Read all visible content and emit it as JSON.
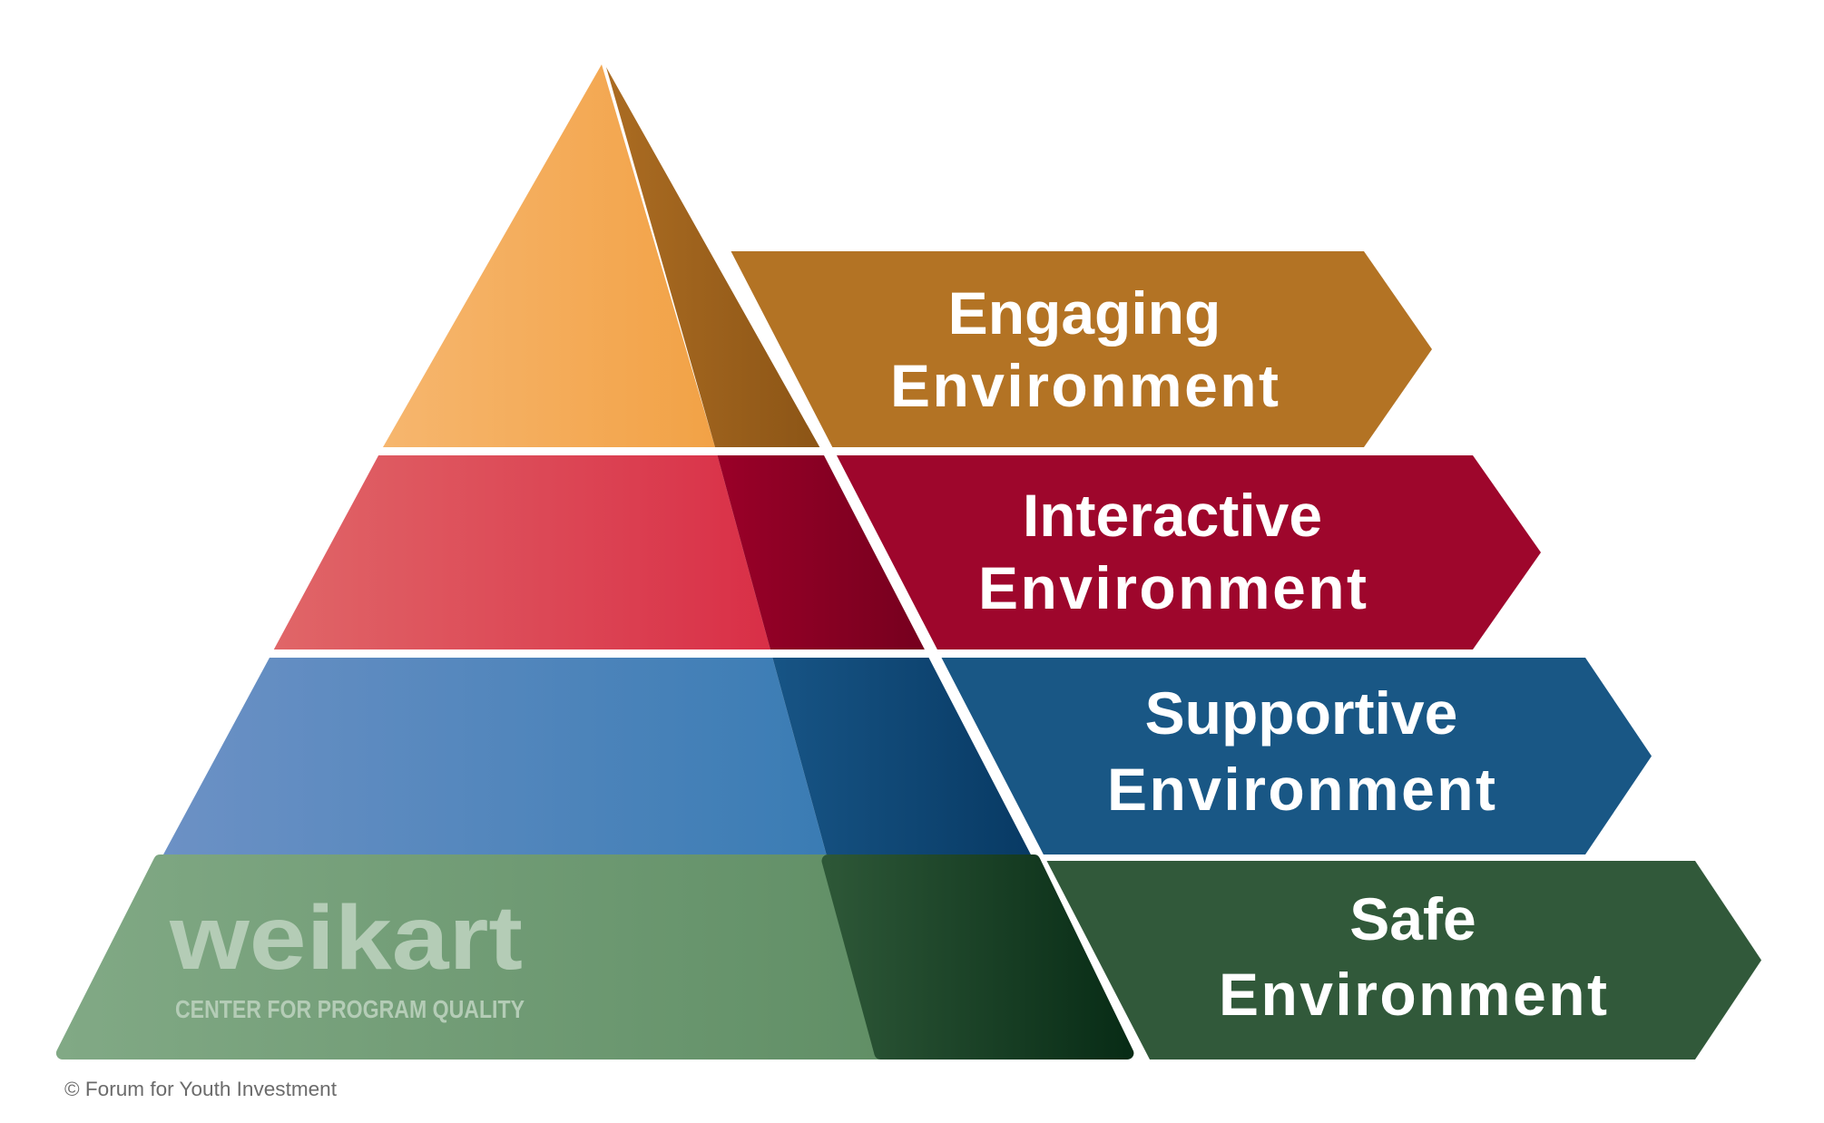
{
  "levels": [
    {
      "line1": "Engaging",
      "line2": "Environment",
      "light_from": "#f6b66e",
      "light_to": "#f2a246",
      "shadow_from": "#ab6c22",
      "shadow_to": "#8c5516",
      "arrow": "#b37324"
    },
    {
      "line1": "Interactive",
      "line2": "Environment",
      "light_from": "#e06668",
      "light_to": "#d92f47",
      "shadow_from": "#9a0028",
      "shadow_to": "#76001e",
      "arrow": "#9e062c"
    },
    {
      "line1": "Supportive",
      "line2": "Environment",
      "light_from": "#6c91c5",
      "light_to": "#3a7cb4",
      "shadow_from": "#175485",
      "shadow_to": "#083a64",
      "arrow": "#195785"
    },
    {
      "line1": "Safe",
      "line2": "Environment",
      "light_from": "#81a985",
      "light_to": "#618f66",
      "shadow_from": "#2d5737",
      "shadow_to": "#082c16",
      "arrow": "#31593a"
    }
  ],
  "logo": {
    "name": "weikart",
    "tagline": "CENTER FOR PROGRAM QUALITY",
    "color": "#b4ccb6"
  },
  "copyright": "© Forum for Youth Investment"
}
